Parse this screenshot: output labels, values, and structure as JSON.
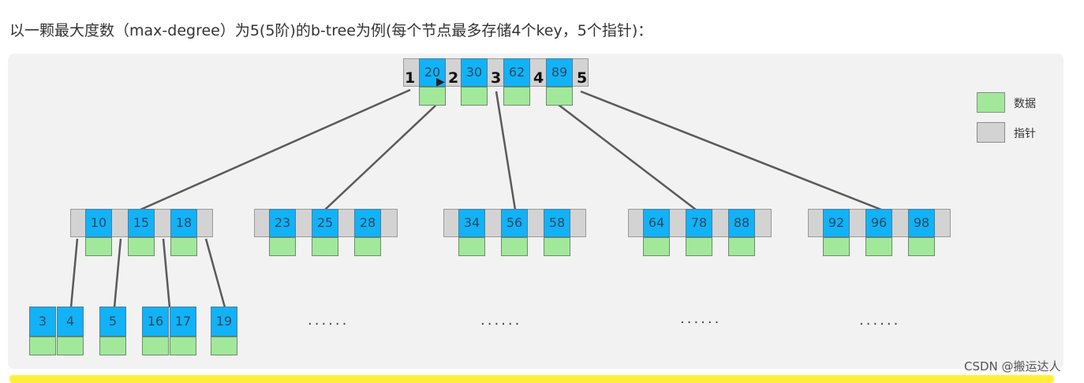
{
  "heading": "以一颗最大度数（max-degree）为5(5阶)的b-tree为例(每个节点最多存储4个key，5个指针)：",
  "root": {
    "keys": [
      "20",
      "30",
      "62",
      "89"
    ],
    "pointer_labels": [
      "1",
      "2",
      "3",
      "4",
      "5"
    ]
  },
  "level2": [
    {
      "keys": [
        "10",
        "15",
        "18"
      ]
    },
    {
      "keys": [
        "23",
        "25",
        "28"
      ]
    },
    {
      "keys": [
        "34",
        "56",
        "58"
      ]
    },
    {
      "keys": [
        "64",
        "78",
        "88"
      ]
    },
    {
      "keys": [
        "92",
        "96",
        "98"
      ]
    }
  ],
  "leaves": [
    {
      "keys": [
        "3",
        "4"
      ]
    },
    {
      "keys": [
        "5"
      ]
    },
    {
      "keys": [
        "16",
        "17"
      ]
    },
    {
      "keys": [
        "19"
      ]
    }
  ],
  "ellipsis": [
    "......",
    "......",
    "......",
    "......"
  ],
  "legend": {
    "data_label": "数据",
    "pointer_label": "指针",
    "data_color": "#a2e89b",
    "pointer_color": "#d3d3d3"
  },
  "colors": {
    "key": "#12b2f6",
    "data": "#a2e89b",
    "pointer": "#d3d3d3",
    "highlight": "#ffef3a"
  },
  "watermark": "CSDN @搬运达人"
}
